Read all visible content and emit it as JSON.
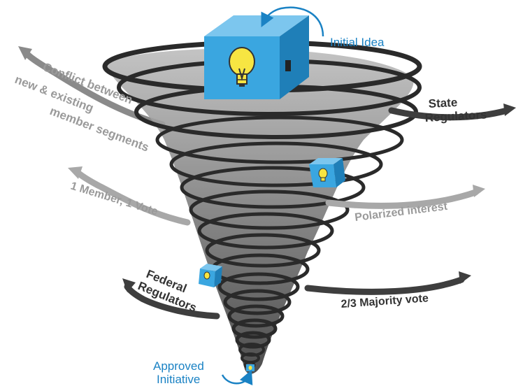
{
  "labels": {
    "initial_idea": "Initial Idea",
    "state_regulators": [
      "State",
      "Regulators"
    ],
    "conflict": [
      "Conflict between",
      "new & existing",
      "member segments"
    ],
    "one_member": "1 Member, 1 Vote",
    "polarized": "Polarized interest",
    "federal": [
      "Federal",
      "Regulators"
    ],
    "majority": "2/3 Majority vote",
    "approved": [
      "Approved",
      "Initiative"
    ]
  },
  "colors": {
    "accent_blue": "#1a82c4",
    "box_blue": "#3aa6e0",
    "box_blue_dark": "#1f7fb8",
    "bulb_yellow": "#f7e542",
    "dark_text": "#333333",
    "light_text": "#9a9a9a",
    "dark_arrow": "#444444",
    "light_arrow": "#a0a0a0"
  },
  "icons": {
    "cube": "lightbulb-cube-icon",
    "arrow": "curved-arrow-icon"
  }
}
